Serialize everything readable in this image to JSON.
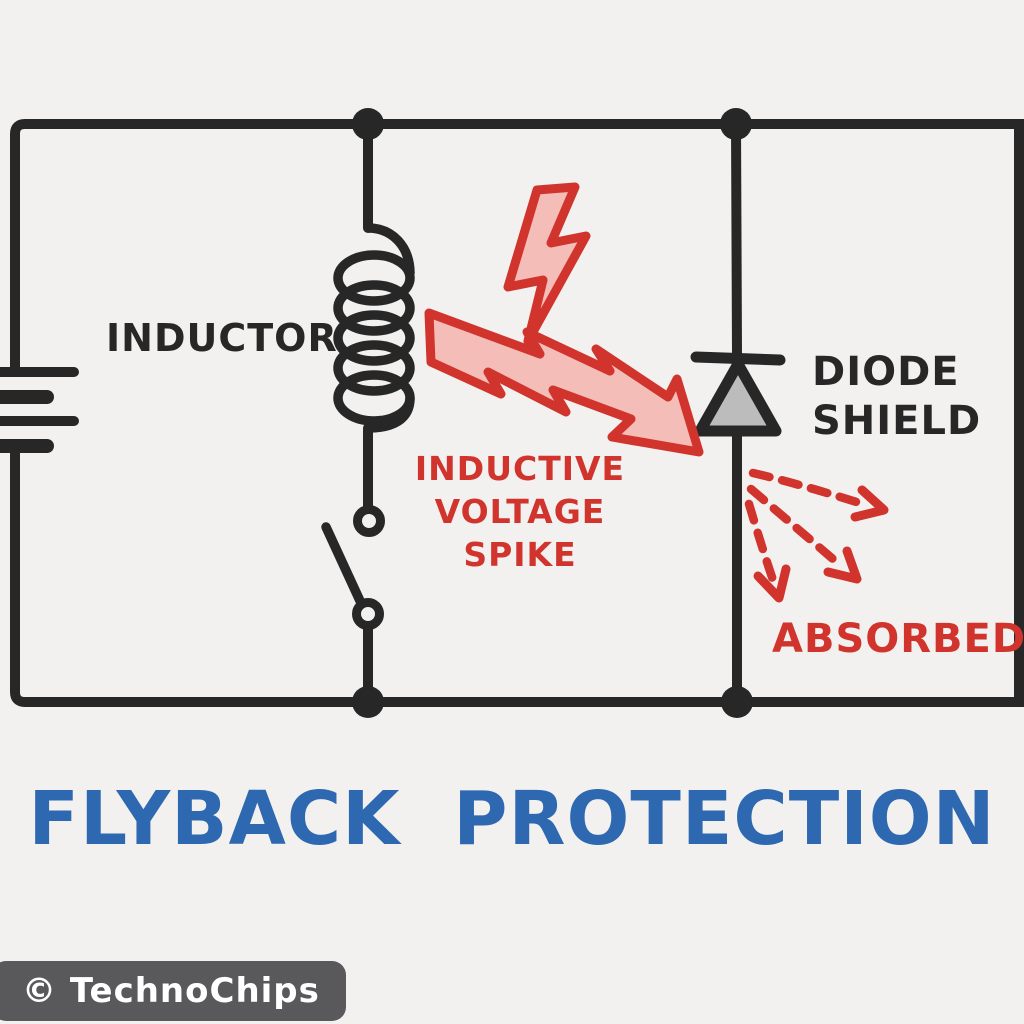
{
  "title": {
    "text": "FLYBACK PROTECTION"
  },
  "labels": {
    "inductor": "INDUCTOR",
    "diode_shield_line1": "DIODE",
    "diode_shield_line2": "SHIELD",
    "spike_line1": "INDUCTIVE",
    "spike_line2": "VOLTAGE",
    "spike_line3": "SPIKE",
    "absorbed": "ABSORBED"
  },
  "watermark": {
    "text": "© TechnoChips"
  },
  "icons": {
    "battery": "battery-icon",
    "inductor_coil": "inductor-coil-icon",
    "switch": "open-switch-icon",
    "diode": "diode-icon",
    "lightning": "lightning-bolt-icon",
    "surge_arrow": "surge-arrow-icon",
    "absorbed_arrows": "dashed-arrows-icon"
  },
  "colors": {
    "background": "#f2f1ef",
    "ink": "#272727",
    "red": "#d0342c",
    "red_fill": "#f4bdb8",
    "diode_fill": "#bcbcbc",
    "blue": "#2e68b0",
    "watermark_bg": "#59595b",
    "watermark_text": "#ffffff"
  }
}
